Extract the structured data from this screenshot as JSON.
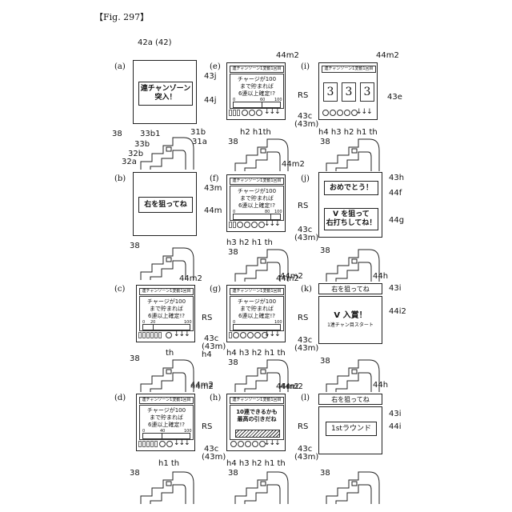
{
  "figure_label": "【Fig. 297】",
  "top_ref": "42a (42)",
  "panels": {
    "a": {
      "label": "(a)",
      "message": "連チャンゾーン\n突入！",
      "refs": [
        "43j",
        "44j"
      ],
      "bottom_refs": [
        "38",
        "33b1",
        "33b",
        "32b",
        "32a",
        "31b",
        "31a"
      ]
    },
    "b": {
      "label": "(b)",
      "message": "右を狙ってね",
      "refs": [
        "43m",
        "44m"
      ],
      "bottom_refs": [
        "38"
      ]
    },
    "c": {
      "label": "(c)",
      "header": "連チャンゾーン1変動1回目",
      "text": "チャージが100\nまで貯まれば\n6連以上確定!?",
      "scale": [
        "0",
        "20",
        "100"
      ],
      "fill_pct": 20,
      "refs": [
        "44m2",
        "RS",
        "43c",
        "(43m)",
        "th",
        "h4",
        "44m2"
      ],
      "bottom_refs": [
        "38"
      ]
    },
    "d": {
      "label": "(d)",
      "header": "連チャンゾーン1変動1回目",
      "text": "チャージが100\nまで貯まれば\n6連以上確定!?",
      "scale": [
        "0",
        "40",
        "100"
      ],
      "fill_pct": 40,
      "refs": [
        "44m2",
        "RS",
        "43c",
        "(43m)",
        "h1 th"
      ],
      "bottom_refs": [
        "38"
      ]
    },
    "e": {
      "label": "(e)",
      "header": "連チャンゾーン1変動1回目",
      "text": "チャージが100\nまで貯まれば\n6連以上確定!?",
      "scale": [
        "0",
        "60",
        "100"
      ],
      "fill_pct": 60,
      "refs": [
        "44m2",
        "RS",
        "43c",
        "(43m)",
        "h2 h1th"
      ],
      "bottom_refs": [
        "38",
        "44m2"
      ]
    },
    "f": {
      "label": "(f)",
      "header": "連チャンゾーン1変動1回目",
      "text": "チャージが100\nまで貯まれば\n6連以上確定!?",
      "scale": [
        "0",
        "80",
        "100"
      ],
      "fill_pct": 80,
      "refs": [
        "RS",
        "43c",
        "(43m)",
        "h3 h2 h1 th"
      ],
      "bottom_refs": [
        "38",
        "44m2"
      ]
    },
    "g": {
      "label": "(g)",
      "header": "連チャンゾーン1変動1回目",
      "text": "チャージが100\nまで貯まれば\n6連以上確定!?",
      "scale": [
        "0",
        "100"
      ],
      "fill_pct": 100,
      "refs": [
        "44m2",
        "RS",
        "43c",
        "(43m)",
        "h4 h3 h2 h1 th"
      ],
      "bottom_refs": [
        "38",
        "44m2"
      ]
    },
    "h": {
      "label": "(h)",
      "header": "連チャンゾーン1変動1回目",
      "text": "10連できるかも\n最高の引きだね",
      "refs": [
        "44m2",
        "RS",
        "43c",
        "(43m)",
        "h4 h3 h2 h1 th"
      ],
      "bottom_refs": [
        "38"
      ]
    },
    "i": {
      "label": "(i)",
      "header": "連チャンゾーン1変動1回目",
      "reels": [
        "3",
        "3",
        "3"
      ],
      "refs": [
        "44m2",
        "RS",
        "43e",
        "h4 h3 h2 h1 th"
      ],
      "bottom_refs": [
        "38"
      ]
    },
    "j": {
      "label": "(j)",
      "msg1": "おめでとう！",
      "msg2": "V を狙って\n右打ちしてね！",
      "refs": [
        "43h",
        "44f",
        "44g"
      ],
      "bottom_refs": [
        "38",
        "44h"
      ]
    },
    "k": {
      "label": "(k)",
      "top_msg": "右を狙ってね",
      "msg": "V 入賞！",
      "sub": "1連チャン目スタート",
      "refs": [
        "43i",
        "44i2"
      ],
      "bottom_refs": [
        "38",
        "44h"
      ]
    },
    "l": {
      "label": "(l)",
      "top_msg": "右を狙ってね",
      "msg": "1stラウンド",
      "refs": [
        "43i",
        "44i"
      ],
      "bottom_refs": [
        "38"
      ]
    }
  }
}
